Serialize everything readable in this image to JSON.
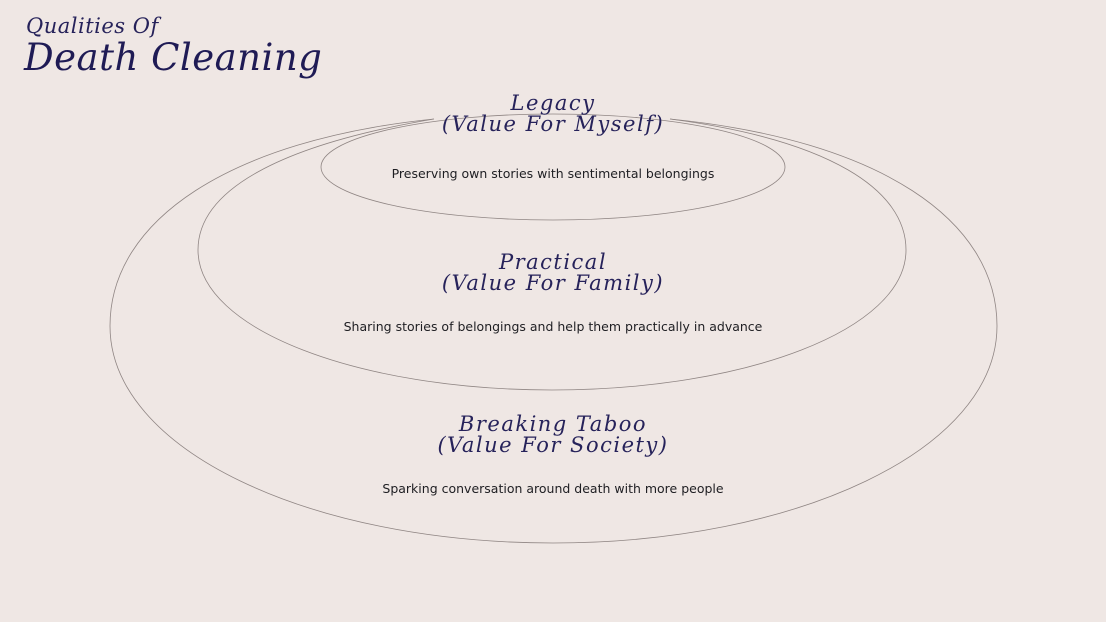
{
  "header": {
    "subtitle": "Qualities Of",
    "title": "Death Cleaning"
  },
  "rings": [
    {
      "title_line1": "Legacy",
      "title_line2": "(Value For Myself)",
      "description": "Preserving own stories with sentimental belongings"
    },
    {
      "title_line1": "Practical",
      "title_line2": "(Value For Family)",
      "description": "Sharing stories of belongings and help them practically in advance"
    },
    {
      "title_line1": "Breaking Taboo",
      "title_line2": "(Value For Society)",
      "description": "Sparking conversation around death with more people"
    }
  ],
  "colors": {
    "background": "#efe7e4",
    "heading": "#26225a",
    "body_text": "#1e1e22",
    "ring_stroke": "#8f8583"
  }
}
